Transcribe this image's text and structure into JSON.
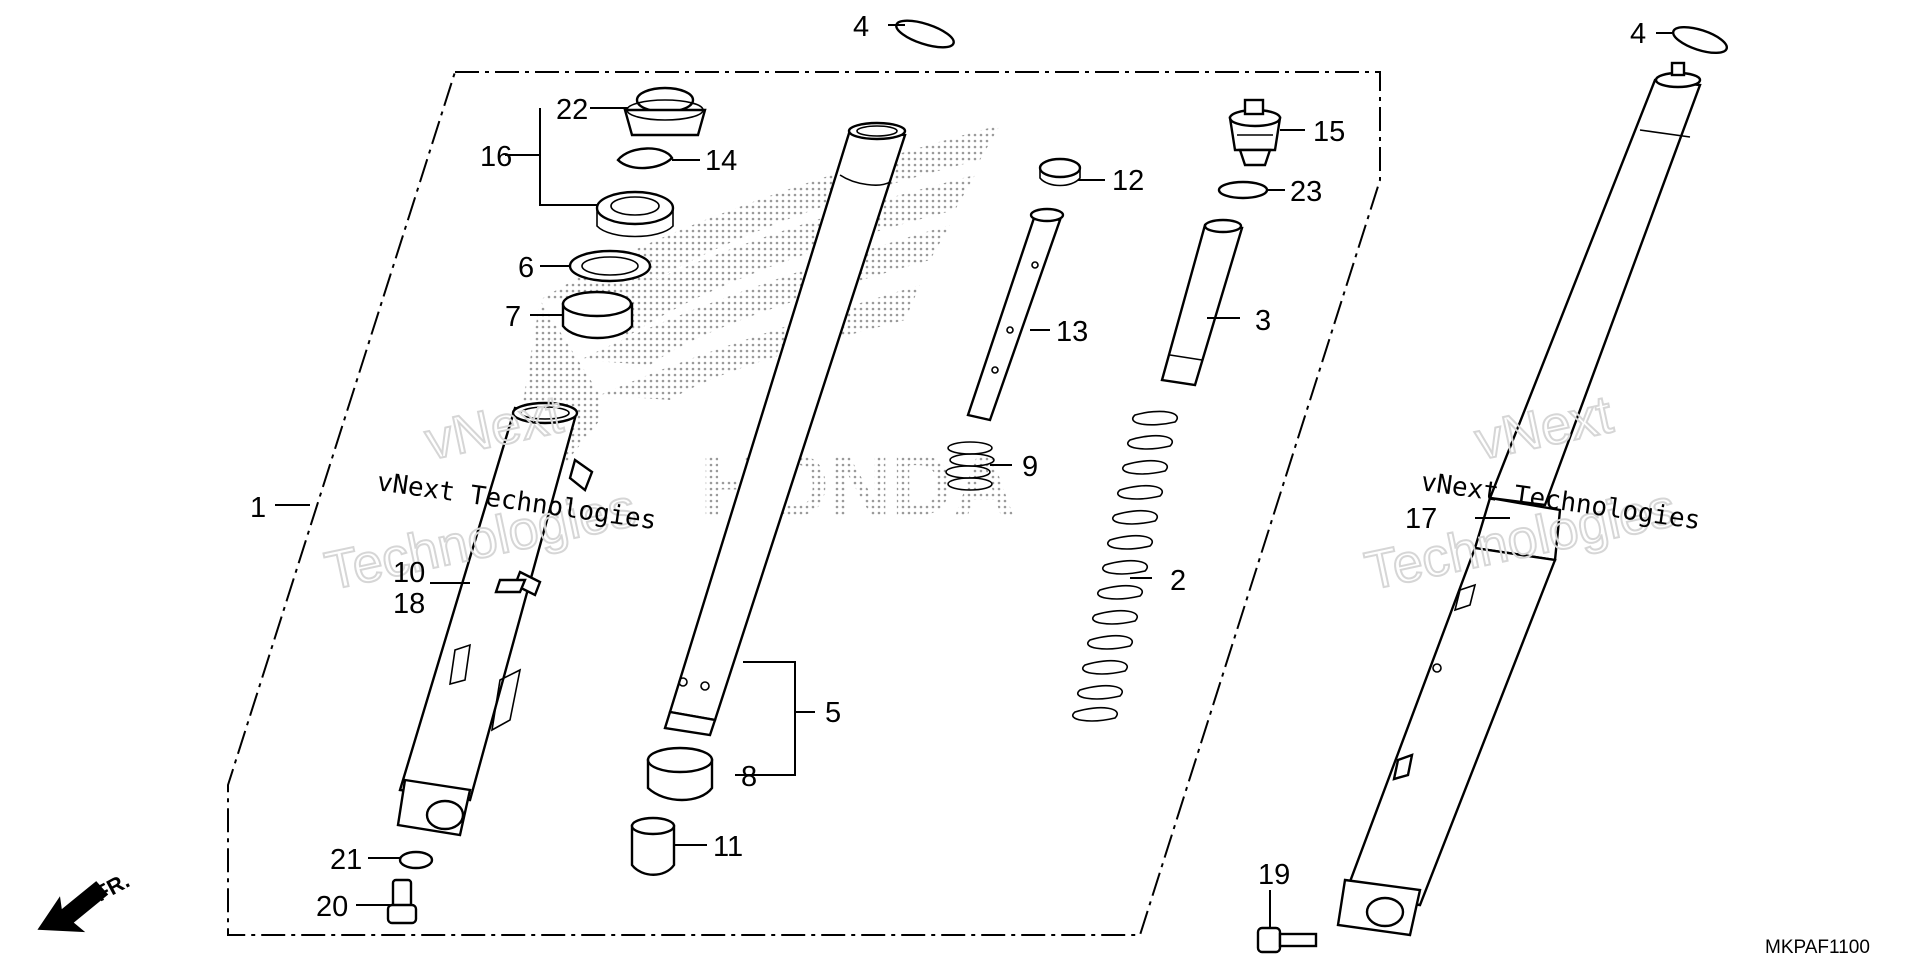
{
  "diagram": {
    "code": "MKPAF1100",
    "direction_label": "FR.",
    "watermark_line": "vNext Technologies",
    "watermark_big_1": "vNext",
    "watermark_big_2": "Technologies",
    "brand_watermark": "HONDA"
  },
  "callouts": [
    {
      "id": "1",
      "label": "1"
    },
    {
      "id": "2",
      "label": "2"
    },
    {
      "id": "3",
      "label": "3"
    },
    {
      "id": "4a",
      "label": "4"
    },
    {
      "id": "4b",
      "label": "4"
    },
    {
      "id": "5",
      "label": "5"
    },
    {
      "id": "6",
      "label": "6"
    },
    {
      "id": "7",
      "label": "7"
    },
    {
      "id": "8",
      "label": "8"
    },
    {
      "id": "9",
      "label": "9"
    },
    {
      "id": "10",
      "label": "10"
    },
    {
      "id": "11",
      "label": "11"
    },
    {
      "id": "12",
      "label": "12"
    },
    {
      "id": "13",
      "label": "13"
    },
    {
      "id": "14",
      "label": "14"
    },
    {
      "id": "15",
      "label": "15"
    },
    {
      "id": "16",
      "label": "16"
    },
    {
      "id": "17",
      "label": "17"
    },
    {
      "id": "18",
      "label": "18"
    },
    {
      "id": "19",
      "label": "19"
    },
    {
      "id": "20",
      "label": "20"
    },
    {
      "id": "21",
      "label": "21"
    },
    {
      "id": "22",
      "label": "22"
    },
    {
      "id": "23",
      "label": "23"
    }
  ]
}
